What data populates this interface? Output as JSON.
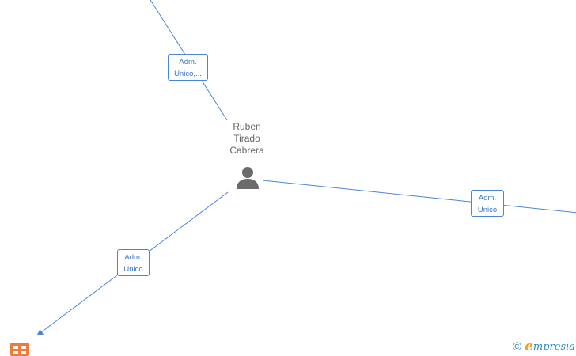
{
  "person": {
    "name_lines": [
      "Ruben",
      "Tirado",
      "Cabrera"
    ]
  },
  "relations": [
    {
      "role_lines": [
        "Adm.",
        "Unico,..."
      ]
    },
    {
      "role_lines": [
        "Adm.",
        "Unico"
      ]
    },
    {
      "role_lines": [
        "Adm.",
        "Unico"
      ]
    }
  ],
  "brand": {
    "copyright_symbol": "©",
    "logo_initial": "e",
    "logo_rest": "mpresia"
  },
  "colors": {
    "edge": "#4a86d6",
    "label_text": "#3a75c4",
    "person_icon": "#6b6b6b",
    "company_icon": "#f07a3a",
    "brand_blue": "#2a8fc0",
    "brand_orange": "#f0a020"
  },
  "icons": {
    "person": "person-icon",
    "company": "building-icon"
  }
}
